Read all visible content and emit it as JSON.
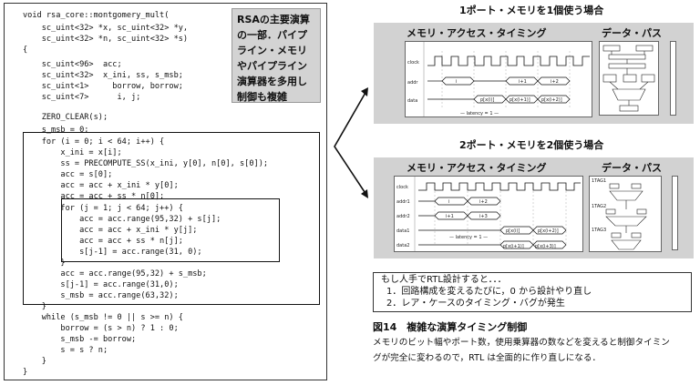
{
  "code": [
    "void rsa_core::montgomery_mult(",
    "    sc_uint<32> *x, sc_uint<32> *y,",
    "    sc_uint<32> *n, sc_uint<32> *s)",
    "{",
    "    sc_uint<96>  acc;",
    "    sc_uint<32>  x_ini, ss, s_msb;",
    "    sc_uint<1>     borrow, borrow;",
    "    sc_uint<7>      i, j;",
    "",
    "    ZERO_CLEAR(s);",
    "    s_msb = 0;",
    "    for (i = 0; i < 64; i++) {",
    "        x_ini = x[i];",
    "        ss = PRECOMPUTE_SS(x_ini, y[0], n[0], s[0]);",
    "        acc = s[0];",
    "        acc = acc + x_ini * y[0];",
    "        acc = acc + ss * n[0];",
    "        for (j = 1; j < 64; j++) {",
    "            acc = acc.range(95,32) + s[j];",
    "            acc = acc + x_ini * y[j];",
    "            acc = acc + ss * n[j];",
    "            s[j-1] = acc.range(31, 0);",
    "        }",
    "        acc = acc.range(95,32) + s_msb;",
    "        s[j-1] = acc.range(31,0);",
    "        s_msb = acc.range(63,32);",
    "    }",
    "    while (s_msb != 0 || s >= n) {",
    "        borrow = (s > n) ? 1 : 0;",
    "        s_msb -= borrow;",
    "        s = s ? n;",
    "    }",
    "}"
  ],
  "callout": [
    "RSAの主要演算",
    "の一部．パイプ",
    "ライン・メモリ",
    "やパイプライン",
    "演算器を多用し",
    "制御も複雑"
  ],
  "top": {
    "title": "1ポート・メモリを1個使う場合",
    "timing_label": "メモリ・アクセス・タイミング",
    "datapath_label": "データ・パス",
    "signals": [
      "clock",
      "addr",
      "data"
    ],
    "addr_values": [
      "i",
      "i+1",
      "i+2"
    ],
    "data_values": [
      "p[x(i)]",
      "p[x(i+1)]",
      "p[x(i+2)]"
    ],
    "bottom_note": "— latency = 1 —"
  },
  "bottom": {
    "title": "2ポート・メモリを2個使う場合",
    "timing_label": "メモリ・アクセス・タイミング",
    "datapath_label": "データ・パス",
    "signals": [
      "clock",
      "addr1",
      "addr2",
      "data1",
      "data2"
    ],
    "addr1_values": [
      "i",
      "i+2"
    ],
    "addr2_values": [
      "i+1",
      "i+3"
    ],
    "data1_values": [
      "p[x(i)]",
      "p[x(i+2)]"
    ],
    "data2_values": [
      "p[x(i+1)]",
      "p[x(i+3)]"
    ],
    "bottom_note": "— latency = 1 —",
    "ram_labels": [
      "1TAG1",
      "1TAG2",
      "1TAG3"
    ]
  },
  "notes": {
    "intro": "もし人手でRTL設計すると．．．",
    "items": [
      "1．回路構成を変えるたびに，0 から設計やり直し",
      "2．レア・ケースのタイミング・バグが発生"
    ]
  },
  "figure": {
    "title": "図14　複雑な演算タイミング制御",
    "caption": [
      "メモリのビット幅やポート数，使用乗算器の数などを変えると制御タイミン",
      "グが完全に変わるので，RTL は全面的に作り直しになる．"
    ]
  }
}
